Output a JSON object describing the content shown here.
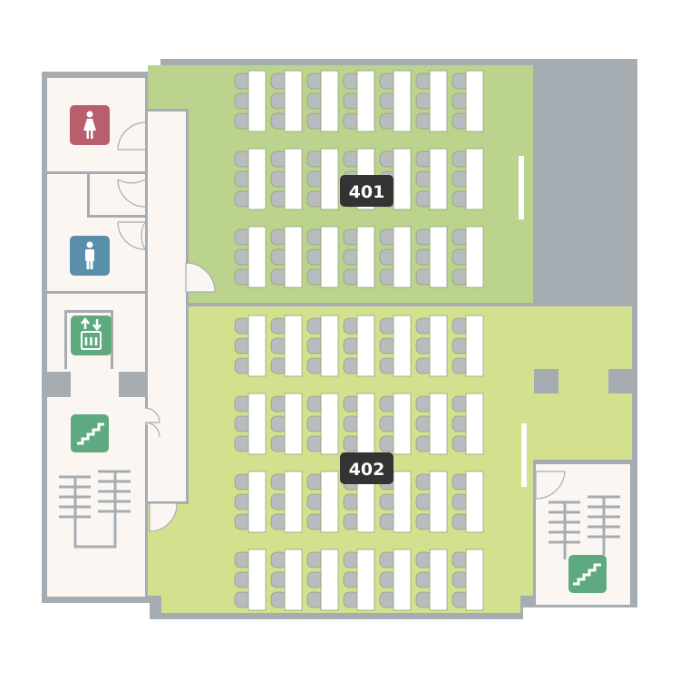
{
  "floor_plan": {
    "rooms": [
      {
        "id": "401",
        "label": "401",
        "color": "#bbd38c",
        "desk_rows": 3,
        "desk_columns": 7,
        "chairs_per_desk": 3
      },
      {
        "id": "402",
        "label": "402",
        "color": "#d3e18f",
        "desk_rows": 4,
        "desk_columns": 7,
        "chairs_per_desk": 3
      }
    ],
    "facilities": [
      {
        "type": "womens-restroom",
        "icon": "female-icon",
        "color": "#b85f6e"
      },
      {
        "type": "mens-restroom",
        "icon": "male-icon",
        "color": "#5a8fab"
      },
      {
        "type": "elevator",
        "icon": "elevator-icon",
        "color": "#5ea97f"
      },
      {
        "type": "stairs-west",
        "icon": "stairs-icon",
        "color": "#5ea97f"
      },
      {
        "type": "stairs-east",
        "icon": "stairs-icon",
        "color": "#5ea97f"
      }
    ],
    "colors": {
      "wall": "#a5adb3",
      "corridor": "#fcf6f3",
      "desk": "#ffffff",
      "chair": "#b9bcbf",
      "label_bg": "#333333"
    }
  }
}
